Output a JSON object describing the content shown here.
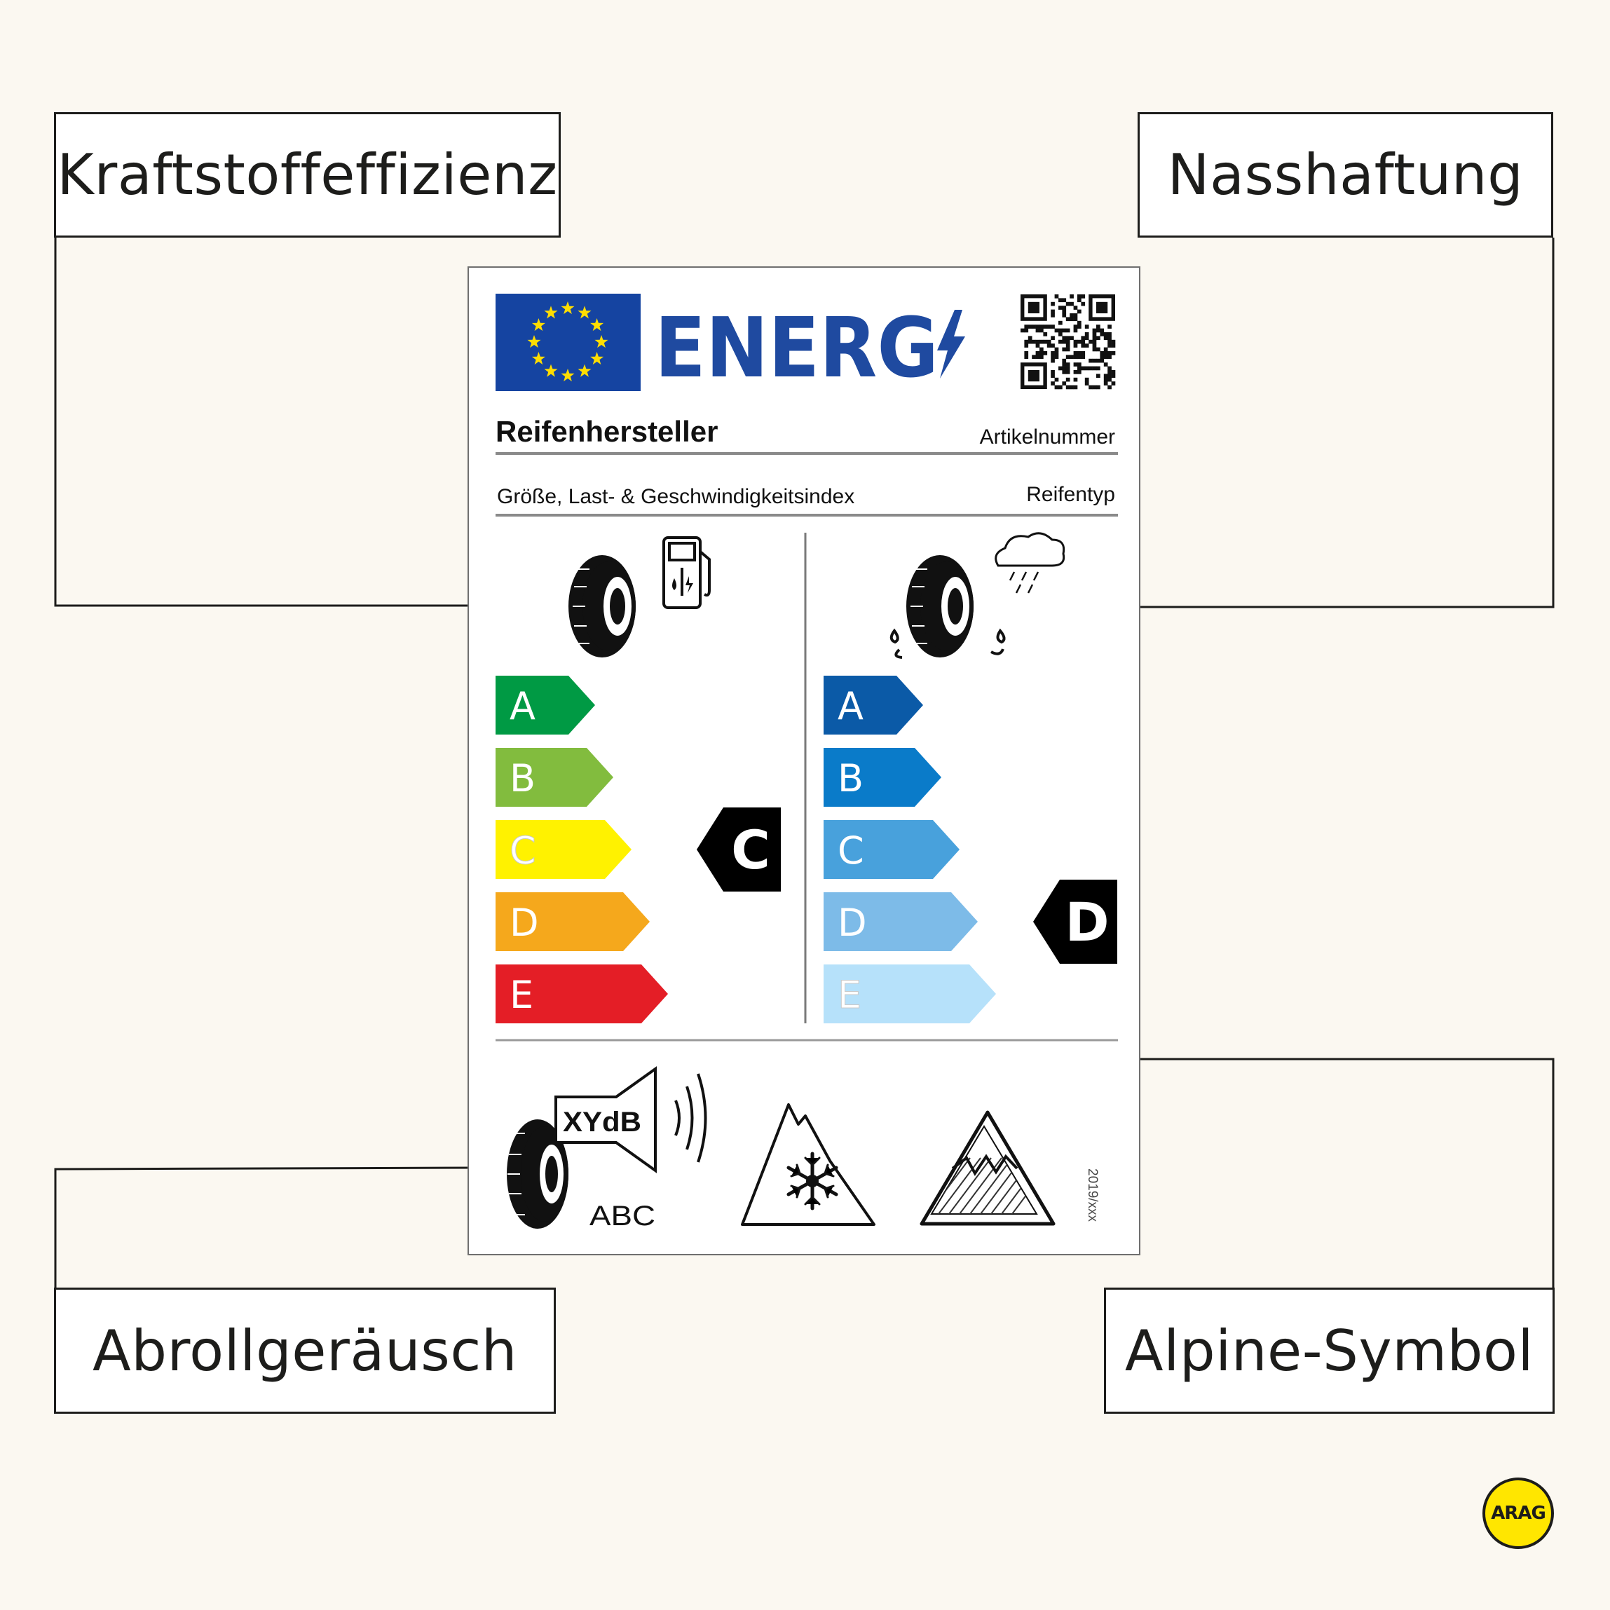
{
  "callouts": {
    "fuel_efficiency": "Kraftstoffeffizienz",
    "wet_grip": "Nasshaftung",
    "rolling_noise": "Abrollgeräusch",
    "alpine_symbol": "Alpine-Symbol"
  },
  "label": {
    "energy_word": "ENERG",
    "manufacturer": "Reifenhersteller",
    "article_number": "Artikelnummer",
    "size_index": "Größe, Last- & Geschwindigkeitsindex",
    "tyre_type": "Reifentyp",
    "version": "2019/xxx",
    "noise_class_unit": "XYdB",
    "noise_classes": "ABC",
    "fuel_scale": {
      "classes": [
        "A",
        "B",
        "C",
        "D",
        "E"
      ],
      "colors": [
        "#009a44",
        "#82bc3e",
        "#fff200",
        "#f5a81c",
        "#e41e26"
      ],
      "selected": "C"
    },
    "wet_scale": {
      "classes": [
        "A",
        "B",
        "C",
        "D",
        "E"
      ],
      "colors": [
        "#0b5aa7",
        "#0a7bc9",
        "#48a1dc",
        "#7dbbe8",
        "#b6e1fa"
      ],
      "selected": "D"
    }
  },
  "brand_logo": "ARAG",
  "colors": {
    "eu_blue": "#1544a1",
    "energy_blue": "#1f4aa0",
    "star_yellow": "#ffdd00"
  }
}
